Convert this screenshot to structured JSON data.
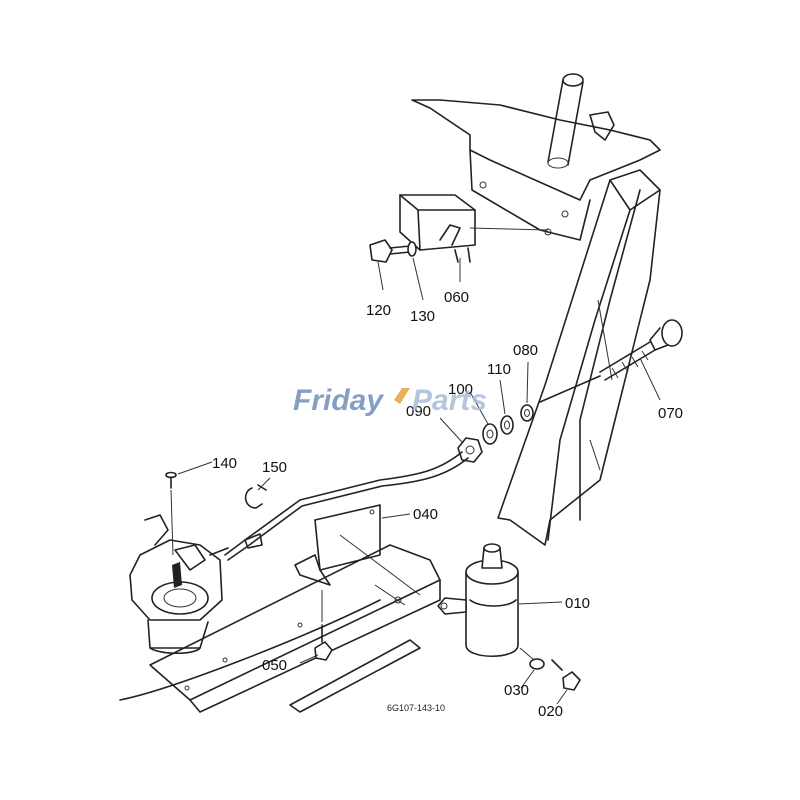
{
  "watermark": {
    "text_a": "Friday",
    "text_b": "Parts",
    "color_a": "#6f8fb8",
    "color_b": "#a9bcd6",
    "accent": "#e8a23a"
  },
  "drawing_code": "6G107-143-10",
  "callouts": {
    "p010": "010",
    "p020": "020",
    "p030": "030",
    "p040": "040",
    "p050": "050",
    "p060": "060",
    "p070": "070",
    "p080": "080",
    "p090": "090",
    "p100": "100",
    "p110": "110",
    "p120": "120",
    "p130": "130",
    "p140": "140",
    "p150": "150"
  }
}
